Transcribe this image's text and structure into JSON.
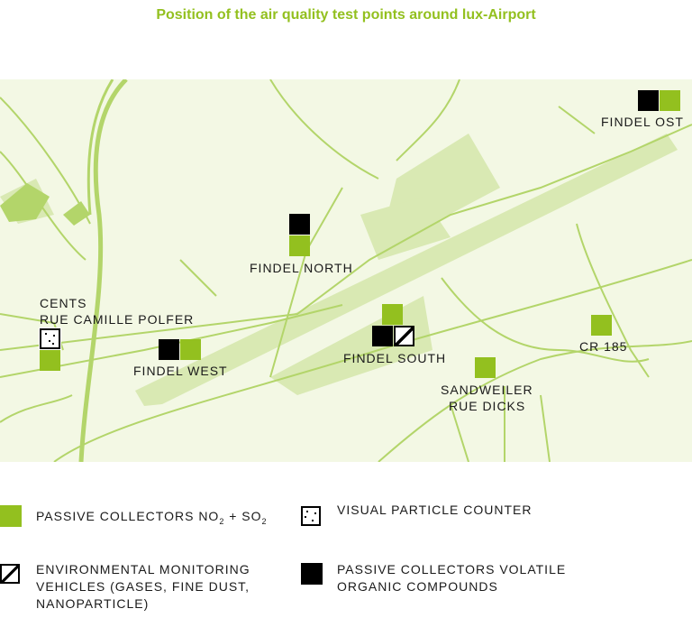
{
  "title": "Position of the air quality test points around lux-Airport",
  "colors": {
    "passive_no2_so2": "#93c01f",
    "voc": "#000000",
    "map_bg": "#f3f8e4",
    "road": "#b3d56a",
    "runway": "#d9e9b3"
  },
  "points": {
    "findel_ost": "FINDEL OST",
    "findel_north": "FINDEL NORTH",
    "cents_line1": "CENTS",
    "cents_line2": "RUE CAMILLE POLFER",
    "findel_west": "FINDEL WEST",
    "findel_south": "FINDEL SOUTH",
    "sandweiler_line1": "SANDWEILER",
    "sandweiler_line2": "RUE DICKS",
    "cr185": "CR 185"
  },
  "legend": {
    "passive_prefix": "PASSIVE COLLECTORS NO",
    "passive_sub1": "2",
    "passive_mid": " + SO",
    "passive_sub2": "2",
    "particle": "VISUAL PARTICLE COUNTER",
    "vehicles_line1": "ENVIRONMENTAL MONITORING",
    "vehicles_line2": "VEHICLES (GASES, FINE DUST,",
    "vehicles_line3": "NANOPARTICLE)",
    "voc_line1": "PASSIVE COLLECTORS VOLATILE",
    "voc_line2": "ORGANIC COMPOUNDS"
  }
}
